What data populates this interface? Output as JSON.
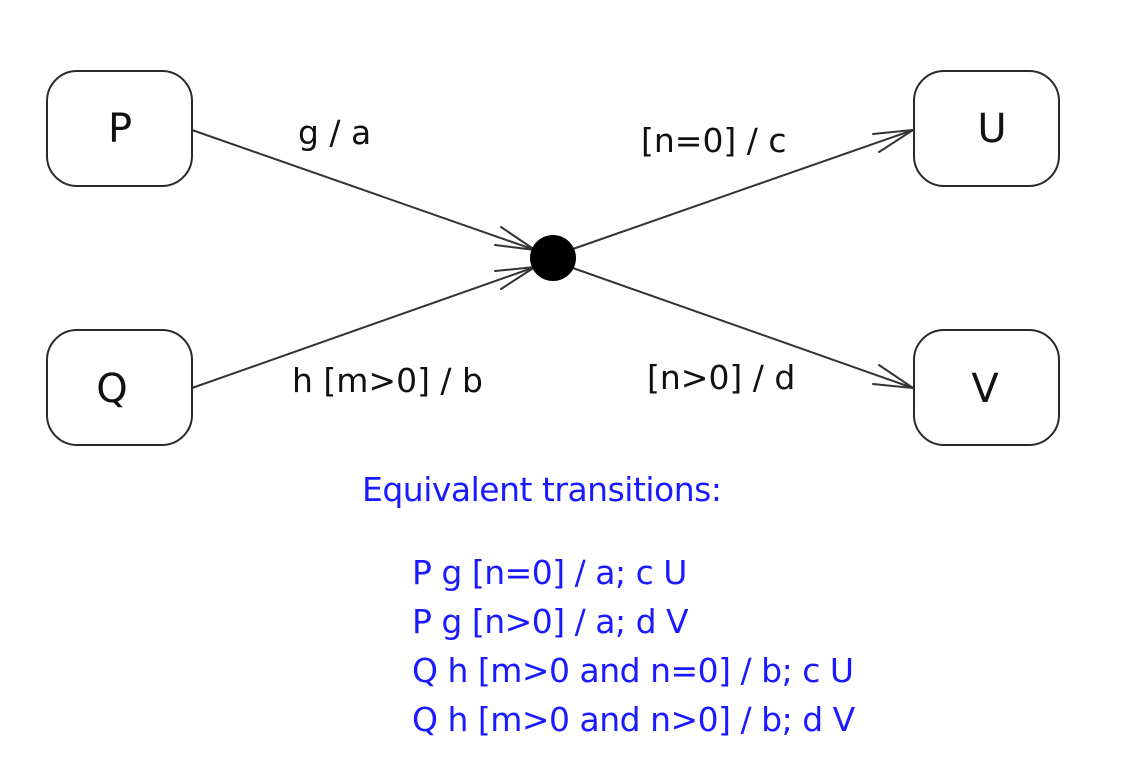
{
  "states": {
    "p": "P",
    "q": "Q",
    "u": "U",
    "v": "V"
  },
  "transitions": {
    "p_to_junction": "g / a",
    "q_to_junction": "h [m>0] / b",
    "junction_to_u": "[n=0] / c",
    "junction_to_v": "[n>0] / d"
  },
  "equivalent": {
    "title": "Equivalent transitions:",
    "items": [
      "P g [n=0] / a; c U",
      "P g [n>0] / a; d V",
      "Q h [m>0 and n=0] / b; c U",
      "Q h [m>0 and n>0] / b; d V"
    ]
  },
  "colors": {
    "notes": "#1a1aff",
    "lines": "#333333",
    "junction": "#000000"
  }
}
